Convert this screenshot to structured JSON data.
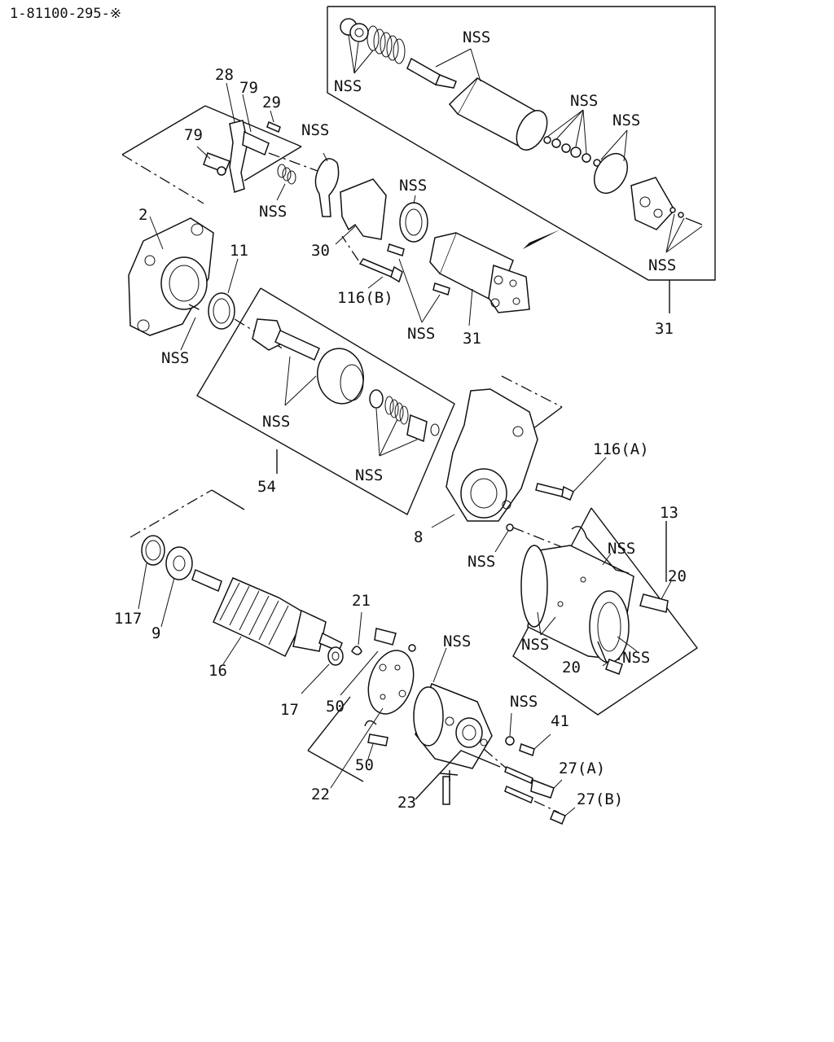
{
  "document": {
    "id": "1-81100-295-※"
  },
  "callouts": {
    "c_nss_top_left": "NSS",
    "c_nss_top_plunger": "NSS",
    "c_nss_top_washers": "NSS",
    "c_nss_top_oring": "NSS",
    "c_nss_top_bolts": "NSS",
    "c_31_box": "31",
    "c_28": "28",
    "c_79_a": "79",
    "c_29": "29",
    "c_79_b": "79",
    "c_nss_gasket": "NSS",
    "c_nss_spring": "NSS",
    "c_nss_seal": "NSS",
    "c_30": "30",
    "c_116b": "116(B)",
    "c_nss_bolts_mid": "NSS",
    "c_31_main": "31",
    "c_2": "2",
    "c_11": "11",
    "c_nss_housing": "NSS",
    "c_nss_pinion": "NSS",
    "c_nss_clutch": "NSS",
    "c_54": "54",
    "c_116a": "116(A)",
    "c_8": "8",
    "c_13": "13",
    "c_nss_yoke_pin": "NSS",
    "c_nss_yoke_top": "NSS",
    "c_20_a": "20",
    "c_nss_yoke_left": "NSS",
    "c_nss_yoke_right": "NSS",
    "c_20_b": "20",
    "c_117": "117",
    "c_9": "9",
    "c_16": "16",
    "c_21": "21",
    "c_nss_brush": "NSS",
    "c_17": "17",
    "c_50_a": "50",
    "c_nss_washer": "NSS",
    "c_41": "41",
    "c_27a": "27(A)",
    "c_50_b": "50",
    "c_22": "22",
    "c_23": "23",
    "c_27b": "27(B)"
  }
}
